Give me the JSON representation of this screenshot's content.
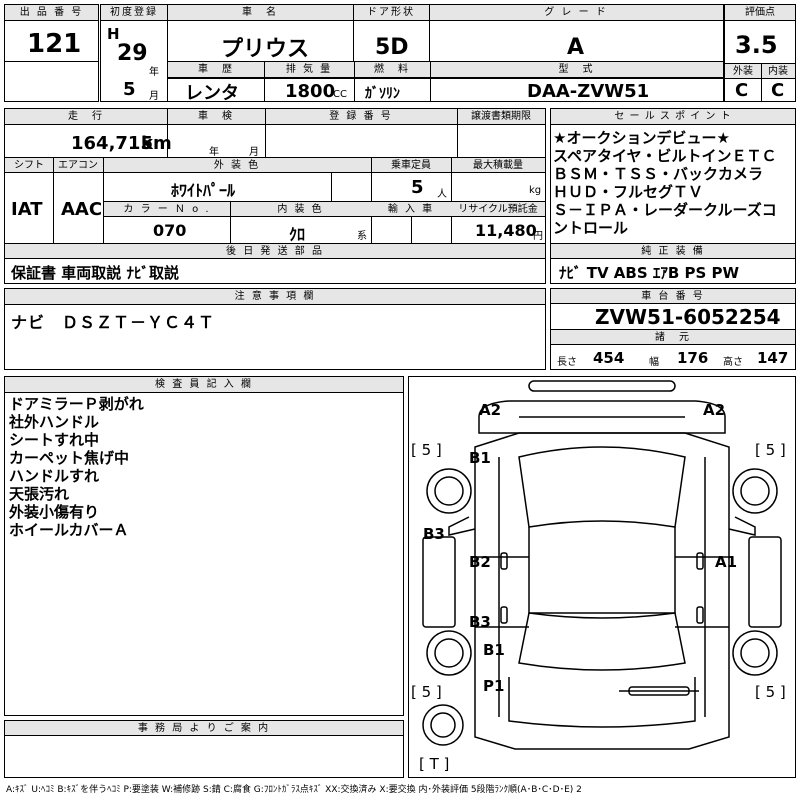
{
  "labels": {
    "lot_number": "出 品 番 号",
    "first_registration": "初度登録",
    "car_name": "車　名",
    "door_type": "ドア形状",
    "grade": "グ レ ー ド",
    "score": "評価点",
    "history": "車　歴",
    "displacement": "排 気 量",
    "fuel": "燃　料",
    "model": "型　式",
    "exterior": "外装",
    "interior": "内装",
    "mileage": "走　行",
    "inspection": "車　検",
    "registration_no": "登 録 番 号",
    "transfer_deadline": "譲渡書類期限",
    "shift": "シフト",
    "aircon": "エアコン",
    "exterior_color": "外 装 色",
    "capacity": "乗車定員",
    "max_load": "最大積載量",
    "color_no": "カ ラ ー Ｎ o .",
    "interior_color": "内 装 色",
    "import": "輸 入 車",
    "recycle": "リサイクル預託金",
    "later_items": "後 日 発 送 部 品",
    "sales_point": "セ ー ル ス ポ イ ン ト",
    "equipment": "純 正 装 備",
    "notes": "注 意 事 項 欄",
    "chassis": "車 台 番 号",
    "specs": "諸　元",
    "inspector": "検 査 員 記 入 欄",
    "office": "事 務 局 よ り ご 案 内"
  },
  "units": {
    "year": "年",
    "month": "月",
    "cc": "CC",
    "km": "km",
    "people": "人",
    "kg": "kg",
    "yen": "円",
    "kei": "系",
    "length": "長さ",
    "width": "幅",
    "height": "高さ"
  },
  "values": {
    "lot_number": "121",
    "era": "H",
    "reg_year": "29",
    "reg_month": "5",
    "car_name": "プリウス",
    "door_type": "5D",
    "grade": "A",
    "score": "3.5",
    "history": "レンタ",
    "displacement": "1800",
    "fuel": "ｶﾞｿﾘﾝ",
    "model": "DAA-ZVW51",
    "exterior_score": "C",
    "interior_score": "C",
    "mileage": "164,715",
    "insp_year": "",
    "insp_month": "",
    "shift": "IAT",
    "aircon": "AAC",
    "exterior_color": "ﾎﾜｲﾄﾊﾟｰﾙ",
    "capacity": "5",
    "color_no": "070",
    "interior_color": "ｸﾛ",
    "recycle": "11,480",
    "later_items": "保証書 車両取説 ﾅﾋﾞ取説",
    "sales_point": [
      "★オークションデビュー★",
      "スペアタイヤ・ビルトインＥＴＣ",
      "ＢＳＭ・ＴＳＳ・バックカメラ",
      "ＨＵＤ・フルセグＴＶ",
      "Ｓ－ＩＰＡ・レーダークルーズコ",
      "ントロール"
    ],
    "equipment": "ﾅﾋﾞ  TV  ABS  ｴｱB  PS  PW",
    "notes": "ナビ　ＤＳＺＴ－ＹＣ４Ｔ",
    "chassis": "ZVW51-6052254",
    "length": "454",
    "width": "176",
    "height": "147",
    "inspector_notes": [
      "ドアミラーＰ剥がれ",
      "社外ハンドル",
      "シートすれ中",
      "カーペット焦げ中",
      "ハンドルすれ",
      "天張汚れ",
      "外装小傷有り",
      "ホイールカバーＡ"
    ]
  },
  "diagram": {
    "A2_left": "A2",
    "A2_right": "A2",
    "B1_top": "B1",
    "B3_side": "B3",
    "B2": "B2",
    "A1": "A1",
    "B3_rear": "B3",
    "B1_rear": "B1",
    "P1": "P1",
    "tire_fl": "[ 5 ]",
    "tire_fr": "[ 5 ]",
    "tire_rl": "[ 5 ]",
    "tire_rr": "[ 5 ]",
    "spare": "[ T ]"
  },
  "legend": "A:ｷｽﾞ  U:ﾍｺﾐ  B:ｷｽﾞを伴うﾍｺﾐ  P:要塗装  W:補修跡  S:錆  C:腐食  G:ﾌﾛﾝﾄｶﾞﾗｽ点ｷｽﾞ  XX:交換済み  X:要交換  内･外装評価 5段階ﾗﾝｸ順(A･B･C･D･E) 2"
}
